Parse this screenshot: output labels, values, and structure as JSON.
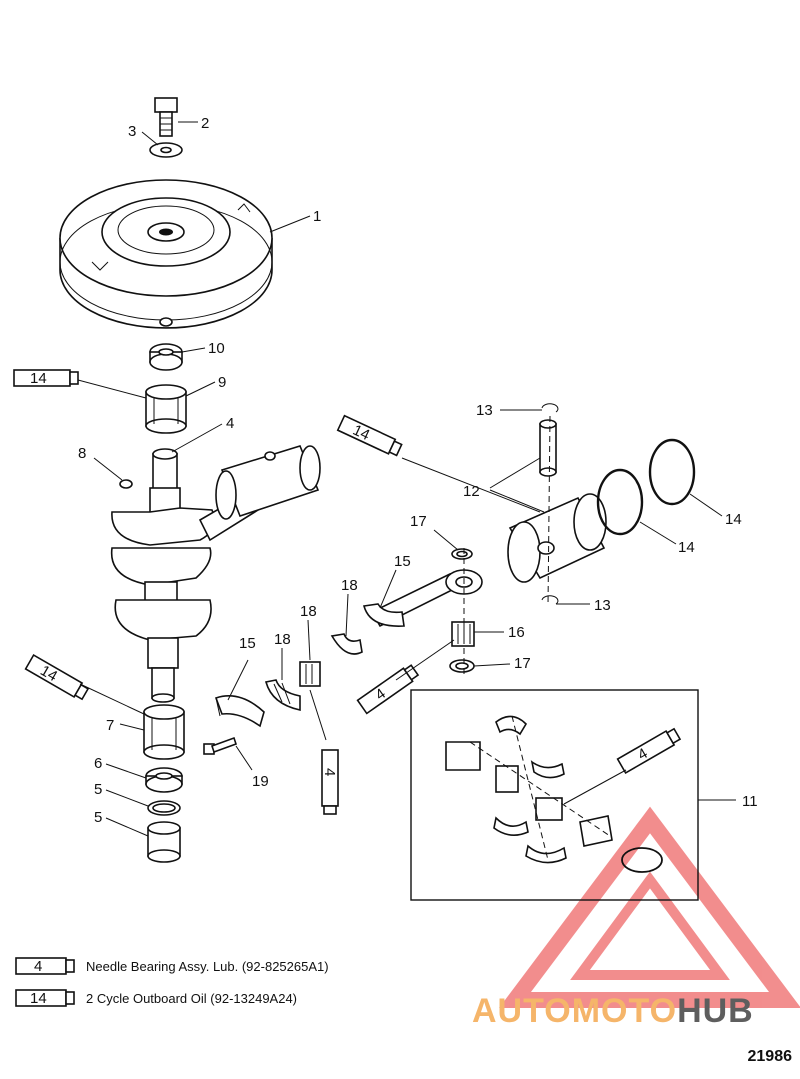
{
  "callouts": {
    "c1": "1",
    "c2": "2",
    "c3": "3",
    "c4": "4",
    "c5a": "5",
    "c5b": "5",
    "c6": "6",
    "c7": "7",
    "c8": "8",
    "c9": "9",
    "c10": "10",
    "c11": "11",
    "c12": "12",
    "c13a": "13",
    "c13b": "13",
    "c14a": "14",
    "c14b": "14",
    "c15a": "15",
    "c15b": "15",
    "c16": "16",
    "c17a": "17",
    "c17b": "17",
    "c18a": "18",
    "c18b": "18",
    "c18c": "18",
    "c19": "19"
  },
  "tubes": {
    "t1": "14",
    "t2": "14",
    "t3": "14",
    "t4": "4",
    "t5": "4",
    "t6": "4"
  },
  "legend": {
    "item1_code": "4",
    "item1_text": "Needle Bearing Assy. Lub. (92-825265A1)",
    "item2_code": "14",
    "item2_text": "2 Cycle Outboard Oil (92-13249A24)"
  },
  "figure_id": "21986",
  "watermark": {
    "part1": "AUTOMOTO",
    "part2": "HUB",
    "color_primary": "#f07a7a",
    "color_secondary": "#5e5e5e"
  }
}
